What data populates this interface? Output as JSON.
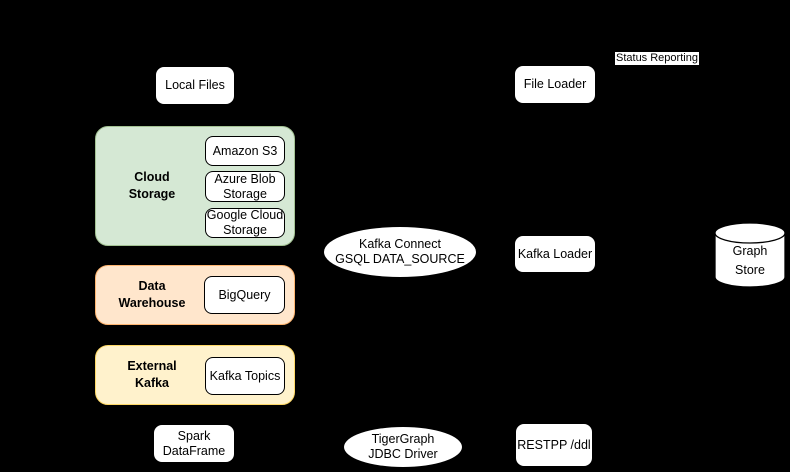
{
  "palette": {
    "background": "#000000",
    "node_fill": "#ffffff",
    "node_stroke": "#000000",
    "cloud_fill": "#d5e8d4",
    "cloud_stroke": "#a3c293",
    "warehouse_fill": "#ffe6cc",
    "warehouse_stroke": "#ffb570",
    "kafka_fill": "#fff2cc",
    "kafka_stroke": "#ffd966"
  },
  "diagram": {
    "local_files": {
      "label": "Local Files"
    },
    "cloud_storage": {
      "title": "Cloud\nStorage",
      "items": [
        "Amazon S3",
        "Azure Blob Storage",
        "Google Cloud Storage"
      ]
    },
    "data_warehouse": {
      "title": "Data\nWarehouse",
      "items": [
        "BigQuery"
      ]
    },
    "external_kafka": {
      "title": "External\nKafka",
      "items": [
        "Kafka Topics"
      ]
    },
    "spark_dataframe": {
      "label": "Spark\nDataFrame"
    },
    "kafka_connect": {
      "label": "Kafka Connect\nGSQL DATA_SOURCE"
    },
    "tigergraph_jdbc": {
      "label": "TigerGraph\nJDBC Driver"
    },
    "file_loader": {
      "label": "File Loader"
    },
    "kafka_loader": {
      "label": "Kafka Loader"
    },
    "restpp": {
      "label": "RESTPP /ddl"
    },
    "status_reporting": {
      "label": "Status Reporting"
    },
    "graph_store": {
      "label": "Graph\nStore"
    }
  }
}
